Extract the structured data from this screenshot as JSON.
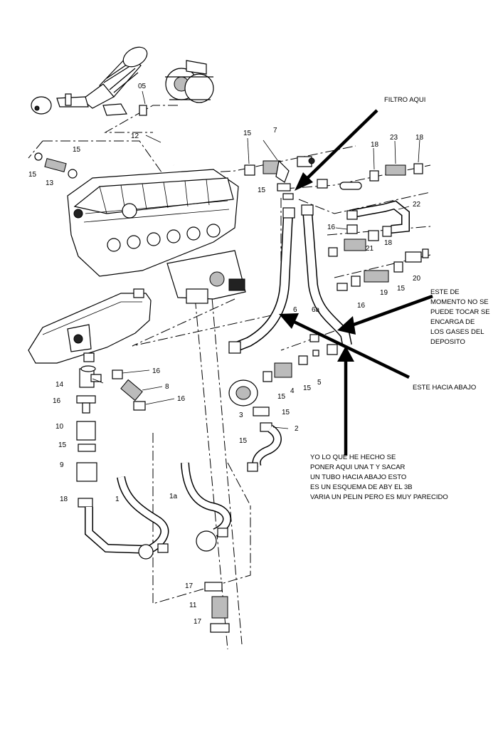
{
  "part_numbers": {
    "n05": "05",
    "n12": "12",
    "n15a": "15",
    "n13": "13",
    "n15b": "15",
    "n15c": "15",
    "n15d": "15",
    "n7": "7",
    "n18a": "18",
    "n23": "23",
    "n18b": "18",
    "n16a": "16",
    "n22": "22",
    "n21": "21",
    "n18c": "18",
    "n20": "20",
    "n19": "19",
    "n15e": "15",
    "n16b": "16",
    "n6": "6",
    "n6a": "6a",
    "n14": "14",
    "n16c": "16",
    "n16d": "16",
    "n8": "8",
    "n16e": "16",
    "n10": "10",
    "n15f": "15",
    "n9": "9",
    "n18d": "18",
    "n3": "3",
    "n15g": "15",
    "n4": "4",
    "n15h": "15",
    "n5": "5",
    "n15i": "15",
    "n2": "2",
    "n15j": "15",
    "n1": "1",
    "n1a": "1a",
    "n17a": "17",
    "n11": "11",
    "n17b": "17"
  },
  "annotations": {
    "filtro": "FILTRO AQUI",
    "este_momento": [
      "ESTE DE",
      "MOMENTO NO SE",
      "PUEDE TOCAR SE",
      "ENCARGA DE",
      "LOS GASES DEL",
      "DEPOSITO"
    ],
    "hacia_abajo": "ESTE HACIA ABAJO",
    "yo_lo_que": [
      "YO LO QUE HE HECHO SE",
      "PONER AQUI UNA T Y SACAR",
      "UN TUBO HACIA ABAJO ESTO",
      "ES UN ESQUEMA DE ABY EL 3B",
      "VARIA UN PELIN PERO ES MUY  PARECIDO"
    ]
  }
}
